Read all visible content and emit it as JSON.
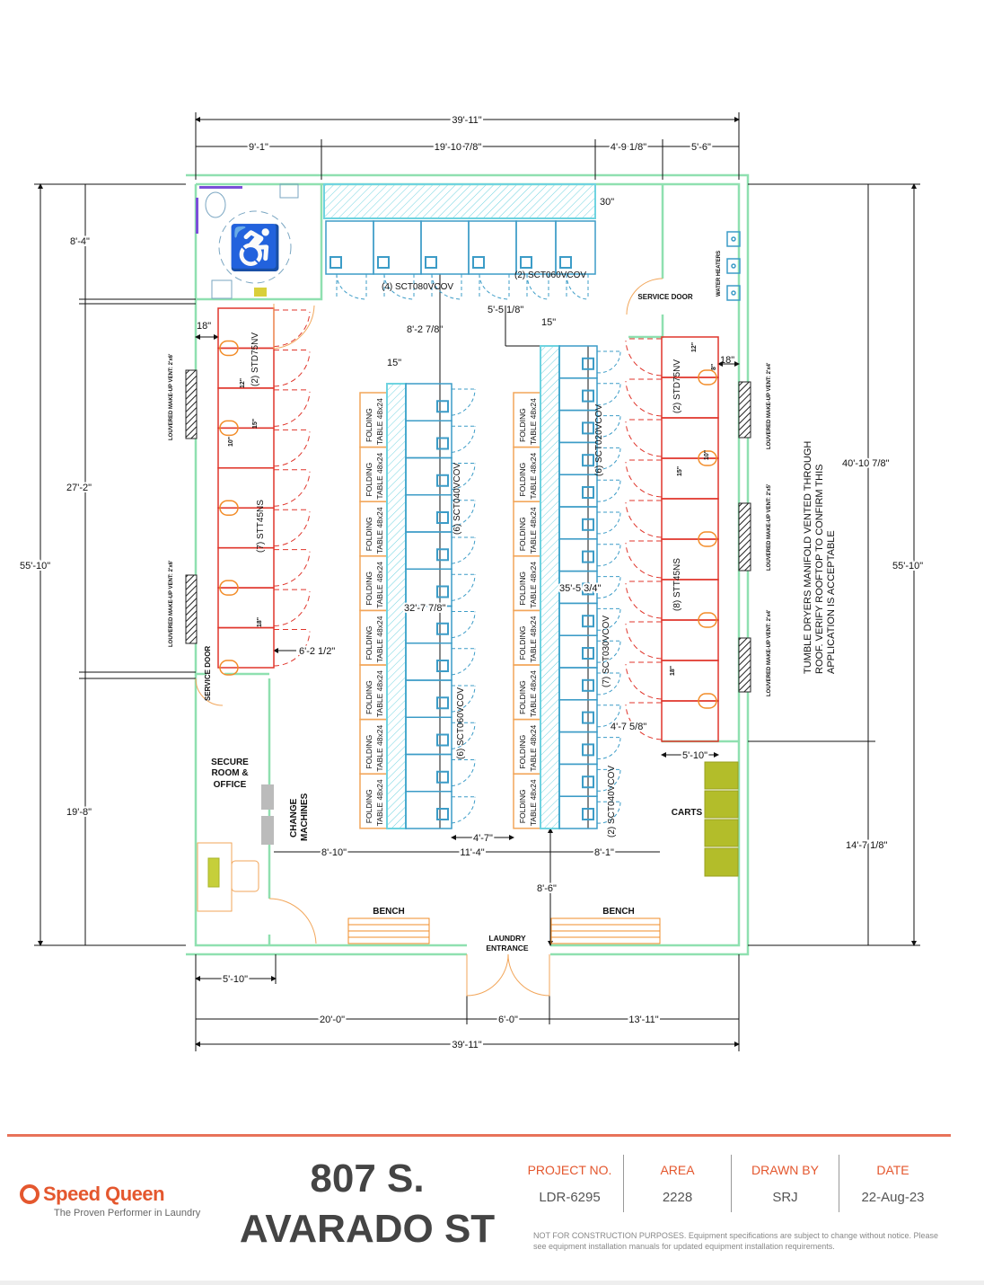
{
  "colors": {
    "wall": "#8fe0b0",
    "washer": "#3c9cc7",
    "dryer": "#e0352b",
    "dryer_vent": "#f28c28",
    "table": "#f2a65a",
    "carts": "#a8b52a",
    "accent": "#e4572e"
  },
  "plan": {
    "dims_top": {
      "overall": "39'-11\"",
      "restroom": "9'-1\"",
      "counter": "19'-10 7/8\"",
      "gap": "4'-9 1/8\"",
      "right": "5'-6\"",
      "counter_depth": "30\""
    },
    "dims_left": {
      "overall": "55'-10\"",
      "restroom": "8'-4\"",
      "dryers": "27'-2\"",
      "office": "19'-8\""
    },
    "dims_right": {
      "overall": "55'-10\"",
      "dryers": "40'-10 7/8\"",
      "carts": "14'-7 1/8\""
    },
    "dims_bottom": {
      "office": "5'-10\"",
      "left": "20'-0\"",
      "entrance": "6'-0\"",
      "right": "13'-11\"",
      "overall": "39'-11\""
    },
    "dims_inner": {
      "a": "8'-2 7/8\"",
      "b": "5'-5 1/8\"",
      "c": "15\"",
      "d": "15\"",
      "e": "18\"",
      "f": "18\"",
      "g": "6'-2 1/2\"",
      "h": "32'-7 7/8\"",
      "i": "35'-5 3/4\"",
      "j": "4'-7 5/8\"",
      "k": "5'-10\"",
      "l": "8'-10\"",
      "m": "11'-4\"",
      "n": "8'-1\"",
      "o": "4'-7\"",
      "p": "8'-6\""
    },
    "equipment": {
      "top_washers_a": "(4) SCT080VCOV",
      "top_washers_b": "(2) SCT060VCOV",
      "left_dryers_top": "(2) STD75NV",
      "left_dryers": "(7) STT45NS",
      "right_dryers_top": "(2) STD75NV",
      "right_dryers": "(8) STT45NS",
      "mid_washers_a": "(6) SCT040VCOV",
      "mid_washers_b": "(6) SCT060VCOV",
      "right_washers_a": "(6) SCT020VCOV",
      "right_washers_b": "(7) SCT030VCOV",
      "right_washers_c": "(2) SCT040VCOV"
    },
    "vent_sizes": {
      "dryer_small": "10\"",
      "dryer_mid": "15\"",
      "dryer_large": "18\"",
      "dryer_top": "12\"",
      "dryer_top_b": "8\""
    },
    "table_label": {
      "line1": "FOLDING",
      "line2": "TABLE 48x24"
    },
    "labels": {
      "service_door": "SERVICE DOOR",
      "service_door_left": "SERVICE DOOR",
      "water_heaters": "WATER HEATERS",
      "vent_left_1": "LOUVERED MAKE-UP VENT: 2'x6'",
      "vent_left_2": "LOUVERED MAKE-UP VENT: 2'x6'",
      "vent_right_1": "LOUVERED MAKE-UP VENT: 2'x4'",
      "vent_right_2": "LOUVERED MAKE-UP VENT: 2'x5'",
      "vent_right_3": "LOUVERED MAKE-UP VENT: 2'x4'",
      "note_1": "TUMBLE DRYERS MANIFOLD VENTED THROUGH",
      "note_2": "ROOF. VERIFY ROOFTOP TO CONFIRM THIS",
      "note_3": "APPLICATION IS ACCEPTABLE",
      "secure_1": "SECURE",
      "secure_2": "ROOM &",
      "secure_3": "OFFICE",
      "change_1": "CHANGE",
      "change_2": "MACHINES",
      "carts": "CARTS",
      "bench_left": "BENCH",
      "bench_right": "BENCH",
      "entrance_1": "LAUNDRY",
      "entrance_2": "ENTRANCE"
    }
  },
  "title_block": {
    "logo_name": "Speed Queen",
    "logo_tagline": "The Proven Performer in Laundry",
    "address_line1": "807 S.",
    "address_line2": "AVARADO ST",
    "fields": [
      {
        "label": "PROJECT NO.",
        "value": "LDR-6295"
      },
      {
        "label": "AREA",
        "value": "2228"
      },
      {
        "label": "DRAWN BY",
        "value": "SRJ"
      },
      {
        "label": "DATE",
        "value": "22-Aug-23"
      }
    ],
    "disclaimer": "NOT FOR CONSTRUCTION PURPOSES. Equipment specifications are subject to change without notice. Please see equipment installation manuals for updated equipment installation requirements."
  }
}
